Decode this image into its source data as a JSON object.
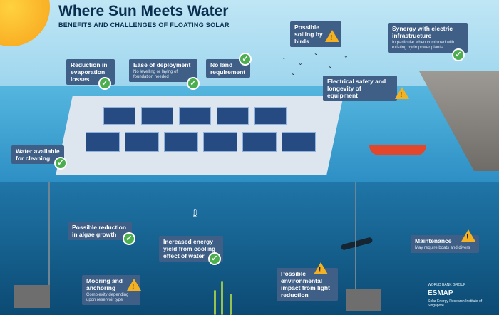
{
  "header": {
    "title": "Where Sun Meets Water",
    "subtitle": "BENEFITS AND CHALLENGES OF FLOATING SOLAR"
  },
  "cards": [
    {
      "key": "evaporation",
      "title": "Reduction in evaporation losses",
      "desc": "",
      "status": "benefit"
    },
    {
      "key": "deployment",
      "title": "Ease of deployment",
      "desc": "No levelling or laying of foundation needed",
      "status": "benefit"
    },
    {
      "key": "land",
      "title": "No land requirement",
      "desc": "",
      "status": "benefit"
    },
    {
      "key": "soiling",
      "title": "Possible soiling by birds",
      "desc": "",
      "status": "challenge"
    },
    {
      "key": "synergy",
      "title": "Synergy with electric infrastructure",
      "desc": "In particular when combined with existing hydropower plants",
      "status": "benefit"
    },
    {
      "key": "electrical",
      "title": "Electrical safety and longevity of equipment",
      "desc": "",
      "status": "challenge"
    },
    {
      "key": "cleaning",
      "title": "Water available for cleaning",
      "desc": "",
      "status": "benefit"
    },
    {
      "key": "algae",
      "title": "Possible reduction in algae growth",
      "desc": "",
      "status": "benefit"
    },
    {
      "key": "energy",
      "title": "Increased energy yield from cooling effect of water",
      "desc": "",
      "status": "benefit"
    },
    {
      "key": "maintenance",
      "title": "Maintenance",
      "desc": "May require boats and divers",
      "status": "challenge"
    },
    {
      "key": "mooring",
      "title": "Mooring and anchoring",
      "desc": "Complexity depending upon reservoir type",
      "status": "challenge"
    },
    {
      "key": "environmental",
      "title": "Possible environmental impact from light reduction",
      "desc": "",
      "status": "challenge"
    }
  ],
  "logos": {
    "worldbank": "WORLD BANK GROUP",
    "esmap": "ESMAP",
    "seris": "Solar Energy Research Institute of Singapore"
  },
  "icons": {
    "benefit": "checkmark-icon",
    "challenge": "warning-icon",
    "sun": "sun-icon",
    "thermometer": "thermometer-icon"
  },
  "colors": {
    "card": "#3f5f86",
    "benefit": "#4cae4f",
    "challenge": "#f4b223",
    "title": "#0b2f4f"
  }
}
